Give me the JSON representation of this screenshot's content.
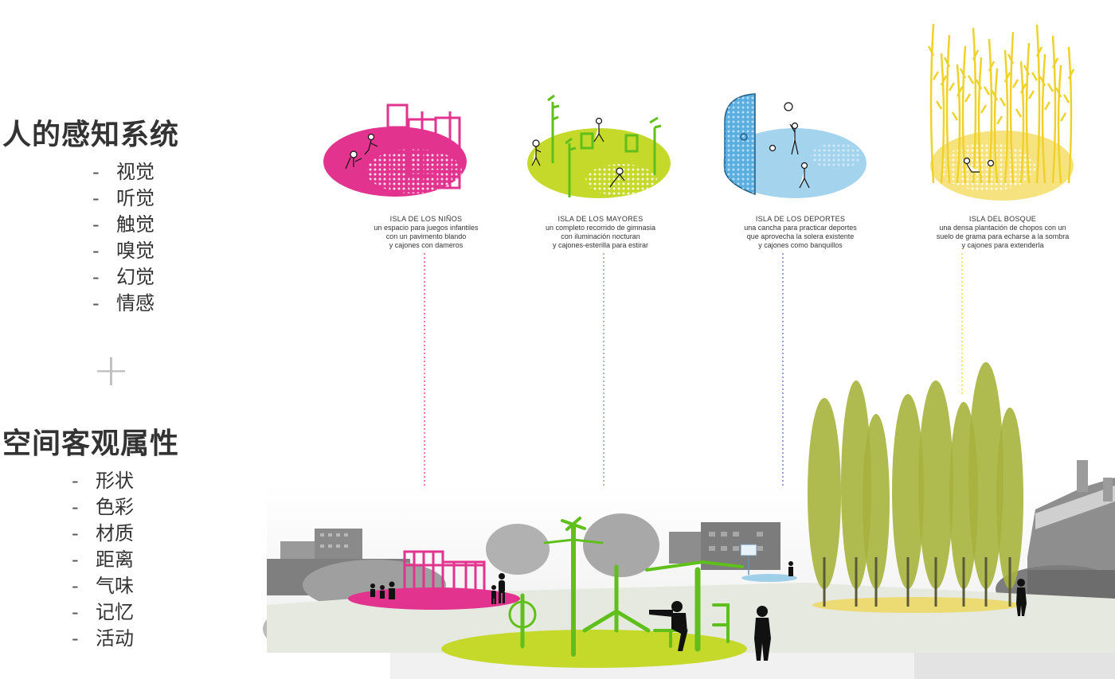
{
  "colors": {
    "pink": "#e2338e",
    "lime": "#c5d92a",
    "green": "#5fc01b",
    "blue": "#5aaee0",
    "yellow": "#f0d12a",
    "heading": "#333333",
    "plus": "#bdbdbd",
    "poplar": "#a6b23c"
  },
  "perception": {
    "title": "人的感知系统",
    "items": [
      "视觉",
      "听觉",
      "触觉",
      "嗅觉",
      "幻觉",
      "情感"
    ]
  },
  "connector": "+",
  "space": {
    "title": "空间客观属性",
    "items": [
      "形状",
      "色彩",
      "材质",
      "距离",
      "气味",
      "记忆",
      "活动"
    ]
  },
  "list_marker": "-",
  "islands": [
    {
      "title": "ISLA DE LOS NIÑOS",
      "description": "un espacio para juegos infantiles\ncon un pavimento blando\ny cajones con dameros",
      "color": "#e2338e",
      "icon": "playground-climbing-frame-icon"
    },
    {
      "title": "ISLA DE LOS MAYORES",
      "description": "un completo recorrido de gimnasia\ncon iluminación nocturan\ny cajones-esterilla para estirar",
      "color": "#c5d92a",
      "icon": "fitness-equipment-icon"
    },
    {
      "title": "ISLA DE LOS DEPORTES",
      "description": "una cancha para practicar deportes\nque aprovecha la solera existente\ny cajones como banquillos",
      "color": "#5aaee0",
      "icon": "basketball-court-icon"
    },
    {
      "title": "ISLA DEL BOSQUE",
      "description": "una densa plantación de chopos con un\nsuelo de grama para echarse a la sombra\ny cajones para extenderla",
      "color": "#f0d12a",
      "icon": "poplar-forest-icon"
    }
  ]
}
